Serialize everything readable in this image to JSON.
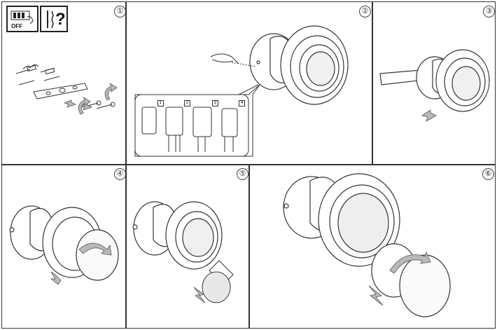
{
  "steps": [
    {
      "number": "①",
      "warning_label": "OFF",
      "question_mark": "?"
    },
    {
      "number": "②",
      "substeps": [
        "1",
        "2",
        "3",
        "4"
      ]
    },
    {
      "number": "③"
    },
    {
      "number": "④"
    },
    {
      "number": "⑤"
    },
    {
      "number": "⑥"
    }
  ],
  "colors": {
    "line": "#333333",
    "arrow": "#b9b9b9",
    "lens": "#d9d9d9"
  },
  "icons": [
    "power-off-icon",
    "screws-icon",
    "wire-stripper-icon",
    "arrow-icon",
    "rotate-arrow-icon",
    "bulb-icon"
  ]
}
